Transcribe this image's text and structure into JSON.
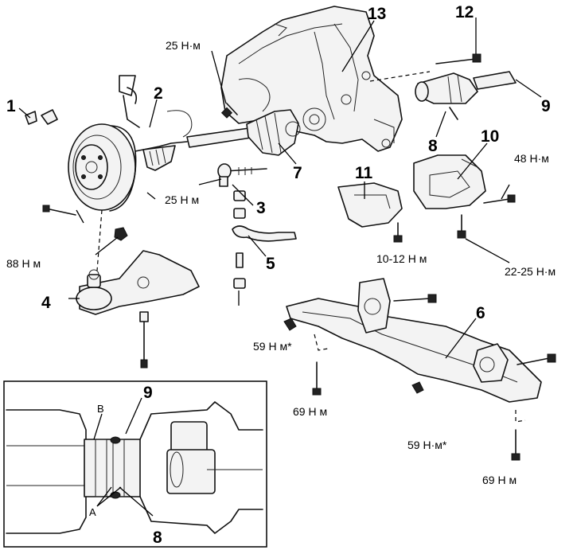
{
  "callouts": {
    "n1": "1",
    "n2": "2",
    "n3": "3",
    "n4": "4",
    "n5": "5",
    "n6": "6",
    "n7": "7",
    "n8": "8",
    "n9": "9",
    "n10": "10",
    "n11": "11",
    "n12": "12",
    "n13": "13"
  },
  "torques": {
    "t_top": "25 Н·м",
    "t_hub": "25 Н м",
    "t_lower": "88 Н м",
    "t_mount_right": "48 Н·м",
    "t_mount_bolt": "22-25 Н·м",
    "t_shield": "10-12 Н м",
    "t_sub_left": "59 Н м*",
    "t_sub_left_bolt": "69 Н м",
    "t_sub_right": "59 Н·м*",
    "t_sub_right_bolt": "69 Н м"
  },
  "inset": {
    "label_9": "9",
    "label_8": "8",
    "letter_a": "A",
    "letter_b": "B"
  }
}
